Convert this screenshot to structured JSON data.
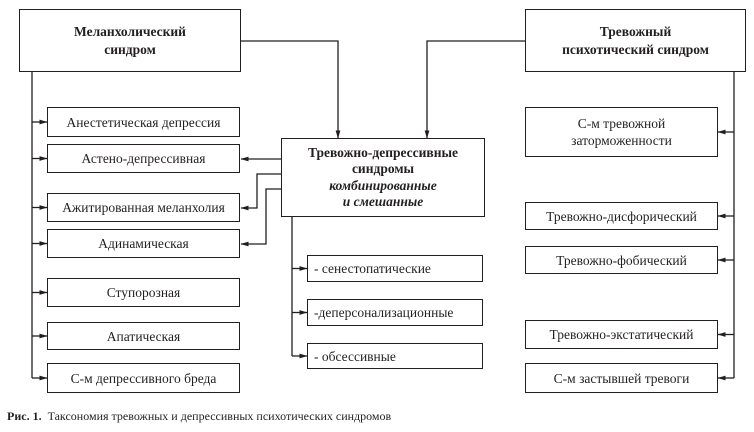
{
  "diagram": {
    "roots": {
      "melancholic": [
        "Меланхолический",
        "синдром"
      ],
      "anxious": [
        "Тревожный",
        "психотический синдром"
      ]
    },
    "center": {
      "title": [
        "Тревожно-депрессивные",
        "синдромы"
      ],
      "subtitle": [
        "комбинированные",
        "и смешанные"
      ],
      "items": [
        "- сенестопатические",
        "-деперсонализационные",
        "- обсессивные"
      ]
    },
    "melancholic_items": [
      "Анестетическая депрессия",
      "Астено-депрессивная",
      "Ажитированная меланхолия",
      "Адинамическая",
      "Ступорозная",
      "Апатическая",
      "С-м депрессивного бреда"
    ],
    "anxious_items": [
      [
        "С-м тревожной",
        "заторможенности"
      ],
      "Тревожно-дисфорический",
      "Тревожно-фобический",
      "Тревожно-экстатический",
      "С-м застывшей тревоги"
    ]
  },
  "caption": {
    "label": "Рис. 1.",
    "text": "Таксономия тревожных и депрессивных психотических синдромов"
  }
}
